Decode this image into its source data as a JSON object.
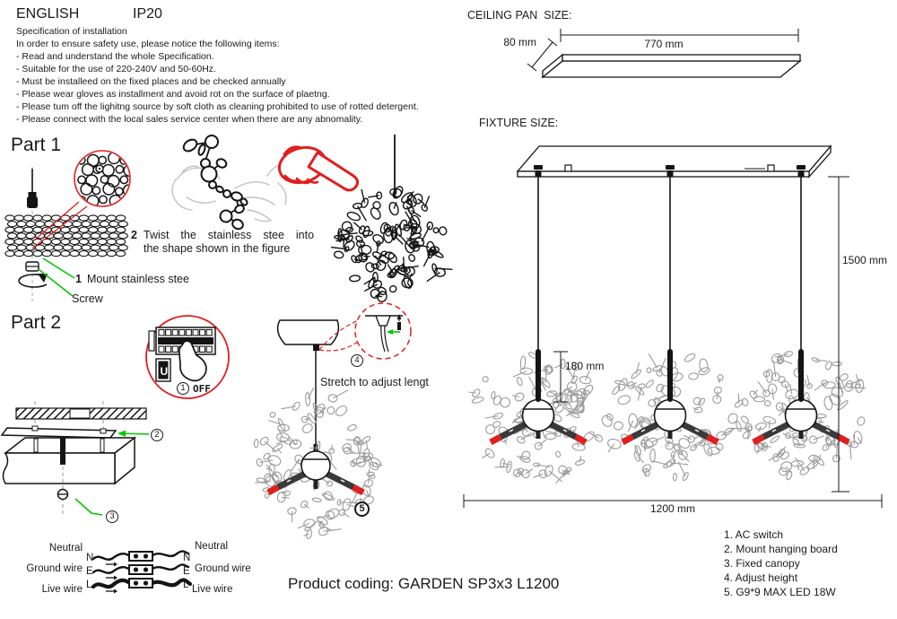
{
  "header": {
    "language": "ENGLISH",
    "ip_rating": "IP20"
  },
  "spec": {
    "title": "Specification of installation",
    "intro": "In order to ensure safety use, please notice the following items:",
    "items": [
      "- Read and understand the whole Specification.",
      "- Suitable for the use of 220-240V and 50-60Hz.",
      "- Must be installeed on the fixed places and be checked annually",
      "- Please wear gloves as installment and avoid rot on the surface of plaetng.",
      "- Please tum off the lighitng source by soft cloth as cleaning prohibited to use of rotted detergent.",
      "- Please connect with the local sales service center when there are any abnomality."
    ]
  },
  "part1": {
    "title": "Part 1",
    "step1_num": "1",
    "step1_label": "Mount stainless stee",
    "screw_label": "Screw",
    "step2_num": "2",
    "step2_line1": "Twist  the  stainless  stee  into",
    "step2_line2": "the shape shown in the figure"
  },
  "part2": {
    "title": "Part 2",
    "off_num": "1",
    "off_label": "OFF",
    "switch_glyph": "U",
    "callout_2": "2",
    "callout_3": "3",
    "callout_4": "4",
    "callout_5": "5",
    "stretch_label": "Stretch to adjust lengt"
  },
  "ceiling_pan": {
    "title": "CEILING PAN  SIZE:",
    "depth": "80 mm",
    "width": "770 mm"
  },
  "fixture": {
    "title": "FIXTURE SIZE:",
    "drop": "1500 mm",
    "stem": "180 mm",
    "length": "1200 mm"
  },
  "wiring": {
    "left_labels": [
      "Neutral",
      "Ground wire",
      "Live wire"
    ],
    "right_labels": [
      "Neutral",
      "Ground wire",
      "Live wire"
    ],
    "terminals": [
      "N",
      "E",
      "L"
    ]
  },
  "product_coding": "Product coding: GARDEN SP3x3 L1200",
  "legend": [
    "1. AC switch",
    "2. Mount hanging board",
    "3. Fixed canopy",
    "4. Adjust height",
    "5. G9*9 MAX LED 18W"
  ],
  "colors": {
    "ink": "#1a1a1a",
    "red": "#e01f1f",
    "green": "#00c800",
    "gray": "#9b9b9b"
  }
}
